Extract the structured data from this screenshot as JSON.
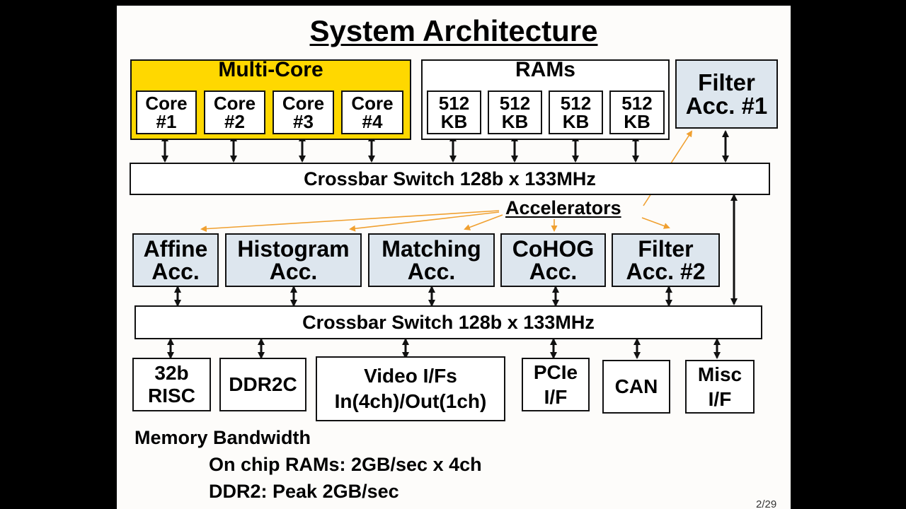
{
  "title": "System Architecture",
  "multicore": {
    "label": "Multi-Core",
    "cores": [
      "Core\n#1",
      "Core\n#2",
      "Core\n#3",
      "Core\n#4"
    ]
  },
  "rams": {
    "label": "RAMs",
    "blocks": [
      "512\nKB",
      "512\nKB",
      "512\nKB",
      "512\nKB"
    ]
  },
  "filter1": "Filter\nAcc. #1",
  "crossbar_top": "Crossbar Switch 128b x 133MHz",
  "accelerators_label": "Accelerators",
  "accelerators": [
    "Affine\nAcc.",
    "Histogram\nAcc.",
    "Matching\nAcc.",
    "CoHOG\nAcc.",
    "Filter\nAcc. #2"
  ],
  "crossbar_bottom": "Crossbar Switch 128b x 133MHz",
  "peripherals": [
    "32b\nRISC",
    "DDR2C",
    "Video I/Fs\nIn(4ch)/Out(1ch)",
    "PCIe\nI/F",
    "CAN",
    "Misc\nI/F"
  ],
  "bandwidth": {
    "heading": "Memory Bandwidth",
    "line1": "On chip RAMs: 2GB/sec x 4ch",
    "line2": "DDR2: Peak 2GB/sec"
  },
  "page_number": "2/29",
  "colors": {
    "multicore": "#ffd800",
    "accelerator": "#dde6ee",
    "arrow_accent": "#f0a030"
  }
}
